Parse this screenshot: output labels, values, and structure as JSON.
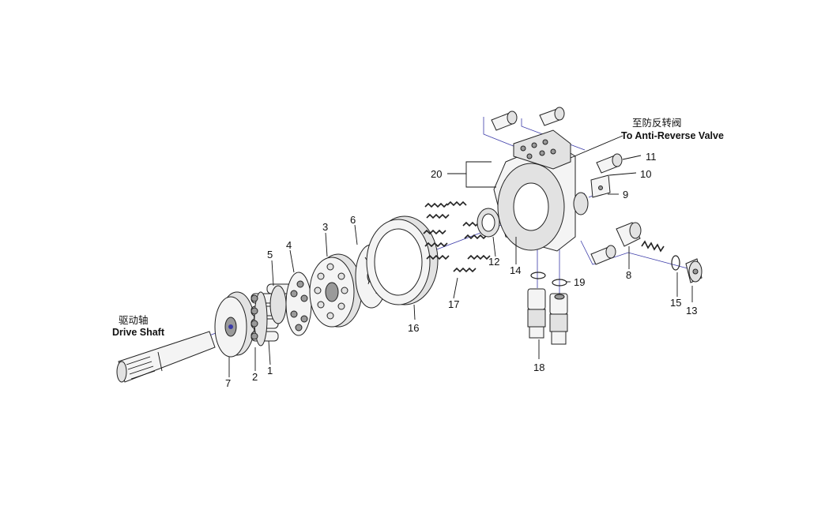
{
  "callouts": {
    "cn_drive": "驱动轴",
    "en_drive": "Drive Shaft",
    "cn_valve": "至防反转阀",
    "en_valve": "To Anti-Reverse Valve"
  },
  "part_numbers": {
    "p1": "1",
    "p2": "2",
    "p3": "3",
    "p4": "4",
    "p5": "5",
    "p6": "6",
    "p7": "7",
    "p8": "8",
    "p9": "9",
    "p10": "10",
    "p11": "11",
    "p12": "12",
    "p13": "13",
    "p14": "14",
    "p15": "15",
    "p16": "16",
    "p17": "17",
    "p18": "18",
    "p19": "19",
    "p20": "20"
  }
}
